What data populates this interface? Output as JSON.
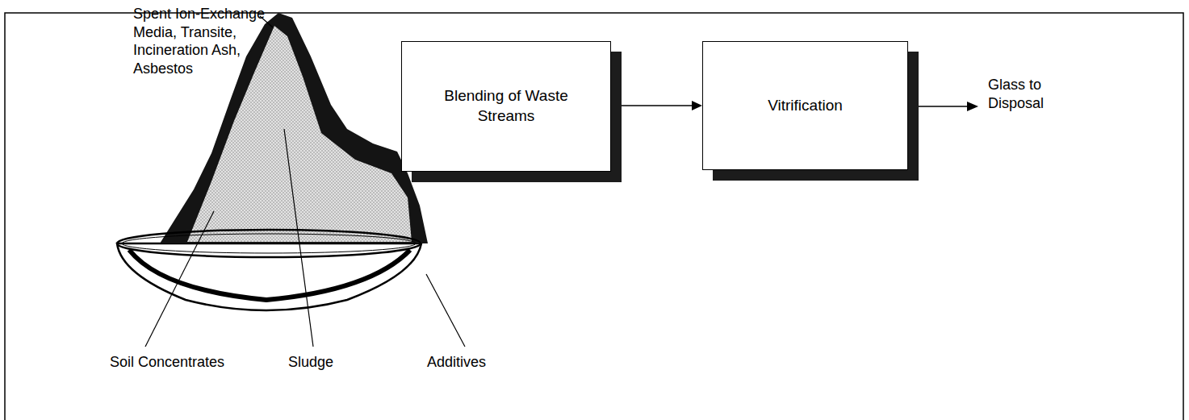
{
  "diagram": {
    "nodes": [
      {
        "text": [
          "Blending of Waste Streams"
        ]
      },
      {
        "text": [
          "Vitrification"
        ]
      }
    ],
    "edges": [
      {
        "from": 0,
        "to": 1,
        "arrow": "to"
      }
    ],
    "labels": [
      "Spent Ion-Exchange Media, Transite, Incineration Ash, Asbestos",
      "Soil Concentrates",
      "Sludge",
      "Additives",
      "Glass to Disposal"
    ]
  }
}
